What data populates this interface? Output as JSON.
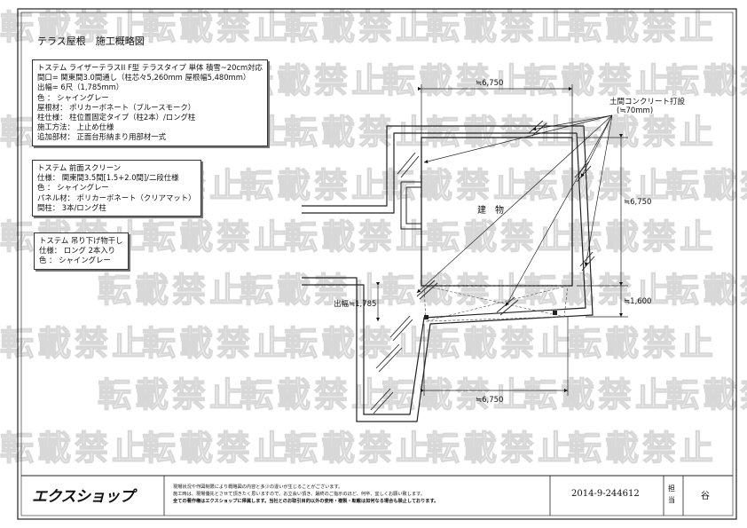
{
  "title": "テラス屋根　施工概略図",
  "watermark_text": "転載禁止",
  "notes": {
    "terrace": [
      "トステム ライザーテラスII F型 テラスタイプ 単体 積雪~20cm対応",
      "間口= 関東間3.0間通し（柱芯々5,260mm  屋根幅5,480mm）",
      "出幅= 6尺（1,785mm）",
      "色 ： シャイングレー",
      "屋根材： ポリカーボネート（ブルースモーク）",
      "柱仕様： 柱位置固定タイプ（柱2本）/ロング柱",
      "施工方法： 上止め仕様",
      "追加部材： 正面台形納まり用部材一式"
    ],
    "screen": [
      "トステム 前面スクリーン",
      "仕様： 関東間3.5間[1.5+2.0間]/二段仕様",
      "色 ： シャイングレー",
      "パネル材： ポリカーボネート（クリアマット）",
      "間柱： 3本/ロング柱"
    ],
    "hanger": [
      "トステム 吊り下げ物干し",
      "仕様： ロング 2本入り",
      "色 ： シャイングレー"
    ]
  },
  "labels": {
    "building": "建　物",
    "concrete_line1": "土間コンクリート打設",
    "concrete_line2": "(≒70mm)",
    "top_width": "≒6,750",
    "right_height": "≒6,750",
    "right_small": "≒1,600",
    "projection": "出幅≒1,785",
    "bottom_width": "≒6,750"
  },
  "footer": {
    "logo": "エクスショップ",
    "disclaimer_line1": "現場状況や作図制限により概略図の内容と多少の違いが生じることがございます。",
    "disclaimer_line2": "施工時は、現場優先とさせて頂きたく思いますので、お立会い頂き、最終のご指示のほど、何卒、宜しくお願い致します。",
    "disclaimer_line3": "全ての著作権はエクスショップに帰属します。当社とのお取引目的以外の使用・複製・転載は如何なる場合も禁止しております。",
    "drawing_number": "2014-9-244612",
    "person_label_1": "担",
    "person_label_2": "当",
    "person_name": "谷"
  },
  "colors": {
    "ink": "#111111",
    "watermark": "#d8d8d8"
  }
}
